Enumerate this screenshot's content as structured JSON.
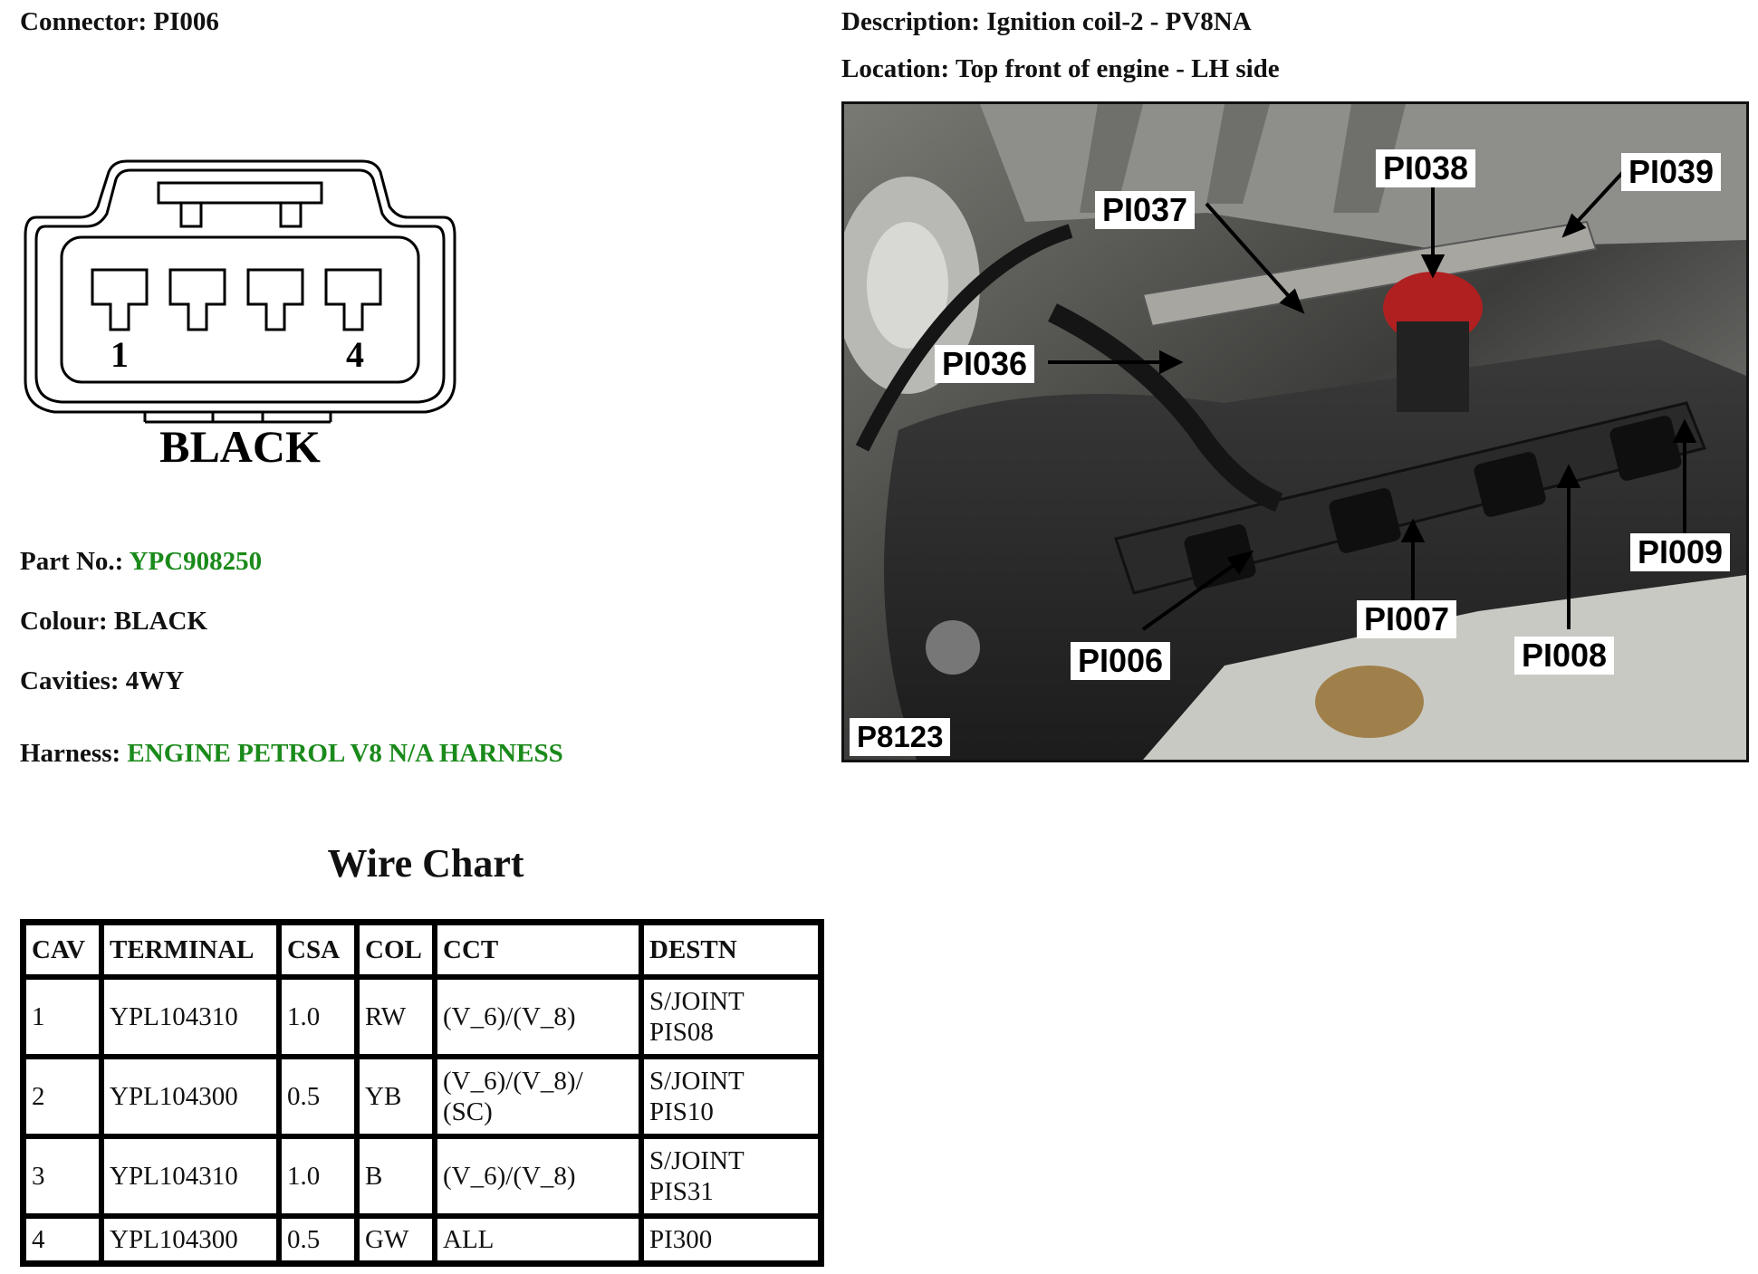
{
  "connector": {
    "label": "Connector:",
    "value": "PI006"
  },
  "description": {
    "label": "Description:",
    "value": "Ignition coil-2 - PV8NA"
  },
  "location": {
    "label": "Location:",
    "value": "Top front of engine - LH side"
  },
  "diagram": {
    "pin_first": "1",
    "pin_last": "4",
    "colour_text": "BLACK"
  },
  "details": {
    "part_no": {
      "label": "Part No.:",
      "value": "YPC908250"
    },
    "colour": {
      "label": "Colour:",
      "value": "BLACK"
    },
    "cavities": {
      "label": "Cavities:",
      "value": "4WY"
    },
    "harness": {
      "label": "Harness:",
      "value": "ENGINE PETROL V8 N/A HARNESS"
    }
  },
  "photo": {
    "callouts": {
      "pi037": "PI037",
      "pi038": "PI038",
      "pi039": "PI039",
      "pi036": "PI036",
      "pi009": "PI009",
      "pi007": "PI007",
      "pi008": "PI008",
      "pi006": "PI006",
      "ref": "P8123"
    }
  },
  "wire_chart": {
    "title": "Wire Chart",
    "headers": [
      "CAV",
      "TERMINAL",
      "CSA",
      "COL",
      "CCT",
      "DESTN"
    ],
    "rows": [
      [
        "1",
        "YPL104310",
        "1.0",
        "RW",
        "(V_6)/(V_8)",
        "S/JOINT PIS08"
      ],
      [
        "2",
        "YPL104300",
        "0.5",
        "YB",
        "(V_6)/(V_8)/ (SC)",
        "S/JOINT PIS10"
      ],
      [
        "3",
        "YPL104310",
        "1.0",
        "B",
        "(V_6)/(V_8)",
        "S/JOINT PIS31"
      ],
      [
        "4",
        "YPL104300",
        "0.5",
        "GW",
        "ALL",
        "PI300"
      ]
    ]
  },
  "colors": {
    "link_green": "#1a8a1a",
    "text": "#111111"
  }
}
